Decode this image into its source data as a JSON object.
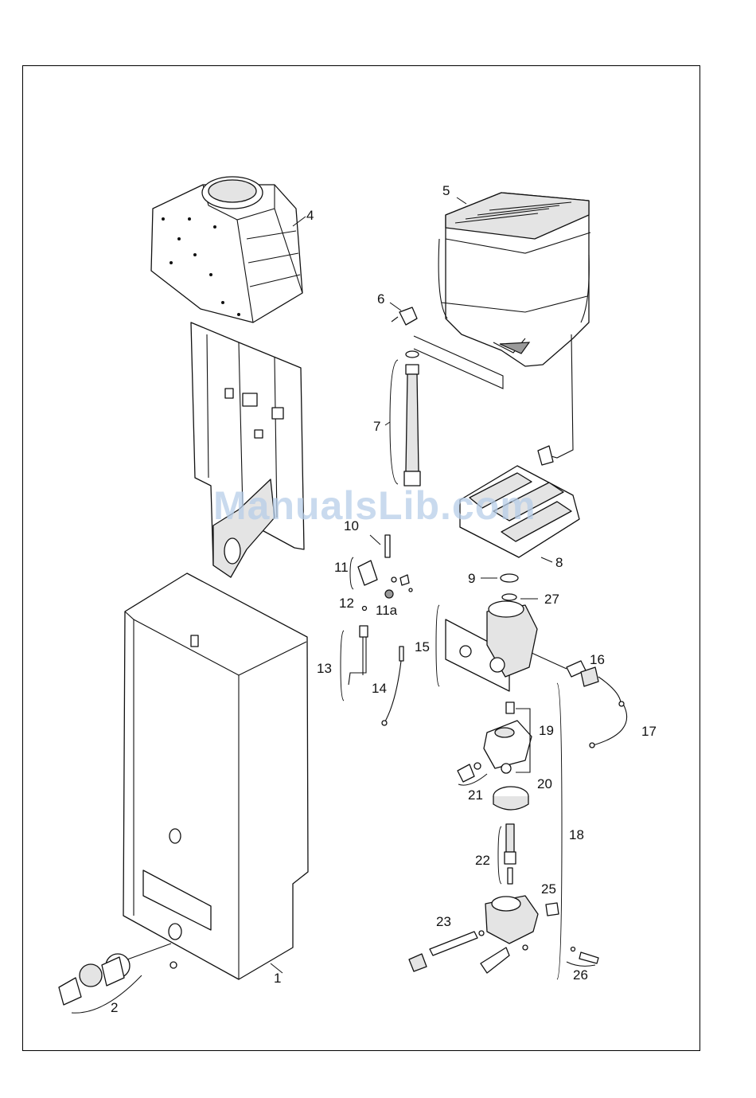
{
  "watermark": "ManualsLib.com",
  "callouts": {
    "c1": "1",
    "c2": "2",
    "c4": "4",
    "c5": "5",
    "c6": "6",
    "c7": "7",
    "c8": "8",
    "c9": "9",
    "c10": "10",
    "c11": "11",
    "c11a": "11a",
    "c12": "12",
    "c13": "13",
    "c14": "14",
    "c15": "15",
    "c16": "16",
    "c17": "17",
    "c18": "18",
    "c19": "19",
    "c20": "20",
    "c21": "21",
    "c22": "22",
    "c23": "23",
    "c25": "25",
    "c26": "26",
    "c27": "27"
  }
}
